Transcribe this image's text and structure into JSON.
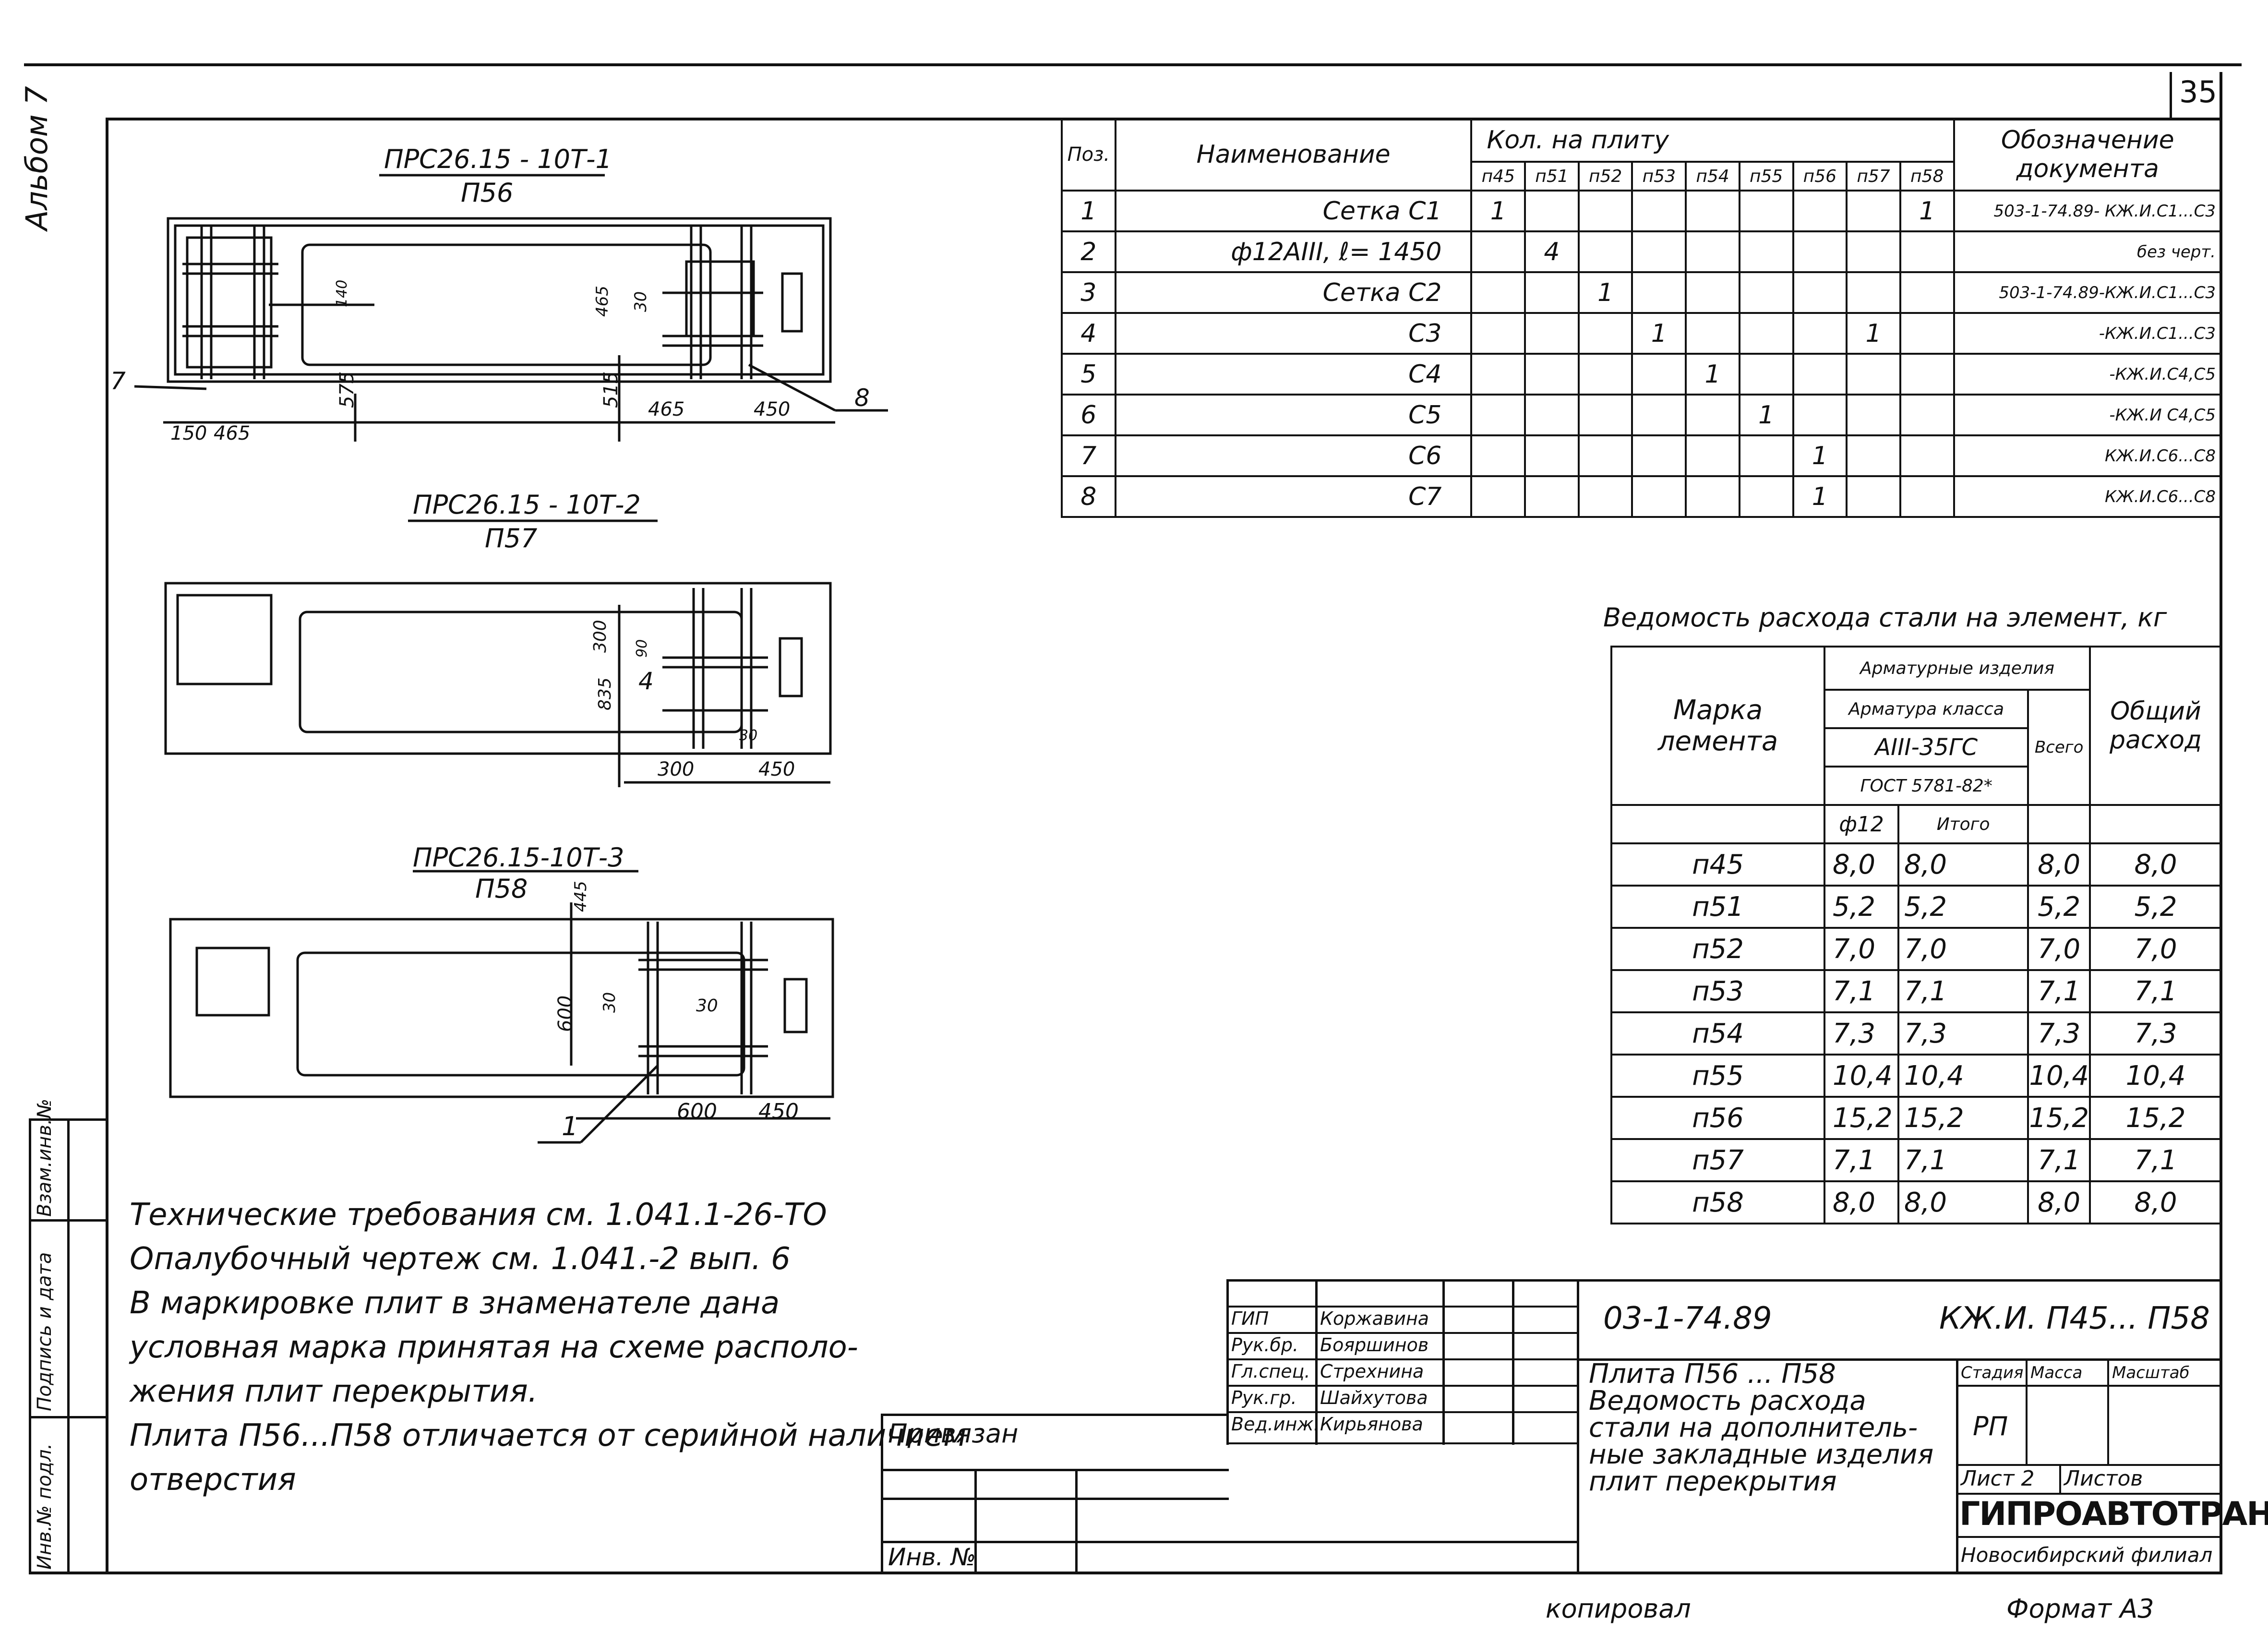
{
  "page": {
    "sheet_number": "35",
    "album_label": "Альбом 7",
    "copied_label": "копировал",
    "format_label": "Формат А3"
  },
  "drawings": [
    {
      "title": "ПРС26.15 - 10Т-1",
      "subtitle": "П56",
      "dims": [
        "150",
        "465",
        "575",
        "515",
        "465",
        "450",
        "465",
        "30",
        "140"
      ],
      "callouts": [
        "7",
        "8"
      ]
    },
    {
      "title": "ПРС26.15 - 10Т-2",
      "subtitle": "П57",
      "dims": [
        "300",
        "835",
        "90",
        "300",
        "450",
        "30"
      ],
      "callouts": [
        "4"
      ]
    },
    {
      "title": "ПРС26.15-10Т-3",
      "subtitle": "П58",
      "dims": [
        "445",
        "600",
        "30",
        "30",
        "600",
        "450"
      ],
      "callouts": [
        "1"
      ]
    }
  ],
  "spec_table": {
    "header": {
      "pos": "Поз.",
      "name": "Наименование",
      "qty": "Кол. на плиту",
      "doc": "Обозначение документа"
    },
    "plates": [
      "п45",
      "п51",
      "п52",
      "п53",
      "п54",
      "п55",
      "п56",
      "п57",
      "п58"
    ],
    "rows": [
      {
        "pos": "1",
        "name": "Сетка С1",
        "qty": [
          "1",
          "",
          "",
          "",
          "",
          "",
          "",
          "",
          "1"
        ],
        "doc": "503-1-74.89- КЖ.И.С1...С3"
      },
      {
        "pos": "2",
        "name": "ф12АIII, ℓ= 1450",
        "qty": [
          "",
          "4",
          "",
          "",
          "",
          "",
          "",
          "",
          ""
        ],
        "doc": "без черт."
      },
      {
        "pos": "3",
        "name": "Сетка С2",
        "qty": [
          "",
          "",
          "1",
          "",
          "",
          "",
          "",
          "",
          ""
        ],
        "doc": "503-1-74.89-КЖ.И.С1...С3"
      },
      {
        "pos": "4",
        "name": "С3",
        "qty": [
          "",
          "",
          "",
          "1",
          "",
          "",
          "",
          "1",
          ""
        ],
        "doc": "-КЖ.И.С1...С3"
      },
      {
        "pos": "5",
        "name": "С4",
        "qty": [
          "",
          "",
          "",
          "",
          "1",
          "",
          "",
          "",
          ""
        ],
        "doc": "-КЖ.И.С4,С5"
      },
      {
        "pos": "6",
        "name": "С5",
        "qty": [
          "",
          "",
          "",
          "",
          "",
          "1",
          "",
          "",
          ""
        ],
        "doc": "-КЖ.И С4,С5"
      },
      {
        "pos": "7",
        "name": "С6",
        "qty": [
          "",
          "",
          "",
          "",
          "",
          "",
          "1",
          "",
          ""
        ],
        "doc": "КЖ.И.С6...С8"
      },
      {
        "pos": "8",
        "name": "С7",
        "qty": [
          "",
          "",
          "",
          "",
          "",
          "",
          "1",
          "",
          ""
        ],
        "doc": "КЖ.И.С6...С8"
      }
    ]
  },
  "steel_table": {
    "caption": "Ведомость расхода стали на элемент, кг",
    "header": {
      "mark": "Марка лемента",
      "products": "Арматурные изделия",
      "rebar_class": "Арматура класса",
      "grade": "АIII-35ГС",
      "gost": "ГОСТ 5781-82*",
      "total": "Всего",
      "overall": "Общий расход",
      "dia": "ф12",
      "subtotal": "Итого"
    },
    "rows": [
      {
        "mark": "п45",
        "d12": "8,0",
        "subtotal": "8,0",
        "total": "8,0",
        "overall": "8,0"
      },
      {
        "mark": "п51",
        "d12": "5,2",
        "subtotal": "5,2",
        "total": "5,2",
        "overall": "5,2"
      },
      {
        "mark": "п52",
        "d12": "7,0",
        "subtotal": "7,0",
        "total": "7,0",
        "overall": "7,0"
      },
      {
        "mark": "п53",
        "d12": "7,1",
        "subtotal": "7,1",
        "total": "7,1",
        "overall": "7,1"
      },
      {
        "mark": "п54",
        "d12": "7,3",
        "subtotal": "7,3",
        "total": "7,3",
        "overall": "7,3"
      },
      {
        "mark": "п55",
        "d12": "10,4",
        "subtotal": "10,4",
        "total": "10,4",
        "overall": "10,4"
      },
      {
        "mark": "п56",
        "d12": "15,2",
        "subtotal": "15,2",
        "total": "15,2",
        "overall": "15,2"
      },
      {
        "mark": "п57",
        "d12": "7,1",
        "subtotal": "7,1",
        "total": "7,1",
        "overall": "7,1"
      },
      {
        "mark": "п58",
        "d12": "8,0",
        "subtotal": "8,0",
        "total": "8,0",
        "overall": "8,0"
      }
    ]
  },
  "notes": [
    "Технические требования см. 1.041.1-26-ТО",
    "Опалубочный чертеж см. 1.041.-2 вып. 6",
    "В маркировке плит в знаменателе дана",
    "условная марка принятая на схеме располо-",
    "жения плит перекрытия.",
    "Плита П56...П58 отличается от серийной наличием",
    "отверстия"
  ],
  "title_block": {
    "bound": "Привязан",
    "inv": "Инв. №",
    "code": "03-1-74.89",
    "sheet_code": "КЖ.И. П45... П58",
    "description": [
      "Плита П56 ... П58",
      "Ведомость расхода",
      "стали на дополнитель-",
      "ные закладные изделия",
      "плит перекрытия"
    ],
    "stage_label": "Стадия",
    "mass_label": "Масса",
    "scale_label": "Масштаб",
    "stage": "РП",
    "sheet": "Лист 2",
    "sheets": "Листов",
    "org": "ГИПРОАВТОТРАНС",
    "branch": "Новосибирский филиал",
    "staff": [
      {
        "role": "ГИП",
        "name": "Коржавина"
      },
      {
        "role": "Рук.бр.",
        "name": "Бояршинов"
      },
      {
        "role": "Гл.спец.",
        "name": "Стрехнина"
      },
      {
        "role": "Рук.гр.",
        "name": "Шайхутова"
      },
      {
        "role": "Вед.инж.",
        "name": "Кирьянова"
      }
    ],
    "side_labels": [
      "Инв.№ подл.",
      "Подпись и дата",
      "Взам.инв.№"
    ]
  }
}
